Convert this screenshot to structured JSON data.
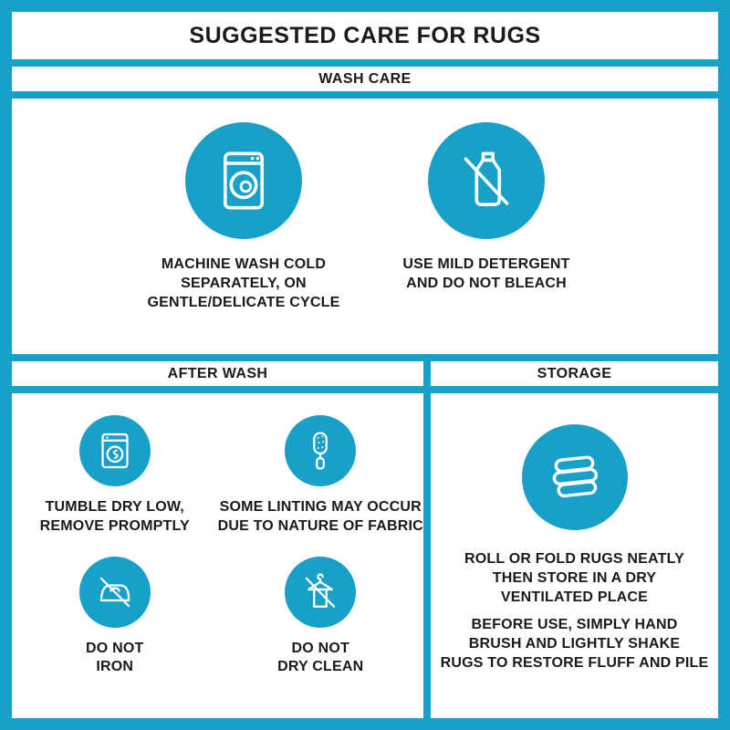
{
  "colors": {
    "accent_teal": "#19A0C8",
    "panel_white": "#FFFFFF",
    "text_black": "#1A1A1A"
  },
  "title": "SUGGESTED CARE FOR RUGS",
  "wash_care": {
    "header": "WASH CARE",
    "items": [
      {
        "icon": "washing-machine-icon",
        "text": "MACHINE WASH COLD\nSEPARATELY, ON\nGENTLE/DELICATE CYCLE"
      },
      {
        "icon": "no-bleach-detergent-icon",
        "text": "USE MILD DETERGENT\nAND DO NOT BLEACH"
      }
    ]
  },
  "after_wash": {
    "header": "AFTER WASH",
    "items": [
      {
        "icon": "tumble-dry-icon",
        "text": "TUMBLE DRY LOW,\nREMOVE PROMPTLY"
      },
      {
        "icon": "lint-roller-icon",
        "text": "SOME LINTING MAY OCCUR\nDUE TO NATURE OF FABRIC"
      },
      {
        "icon": "no-iron-icon",
        "text": "DO NOT\nIRON"
      },
      {
        "icon": "no-dry-clean-icon",
        "text": "DO NOT\nDRY CLEAN"
      }
    ]
  },
  "storage": {
    "header": "STORAGE",
    "icon": "folded-rugs-icon",
    "texts": [
      "ROLL OR FOLD RUGS NEATLY\nTHEN STORE IN A DRY\nVENTILATED PLACE",
      "BEFORE USE, SIMPLY HAND\nBRUSH AND LIGHTLY SHAKE\nRUGS TO RESTORE FLUFF AND PILE"
    ]
  }
}
